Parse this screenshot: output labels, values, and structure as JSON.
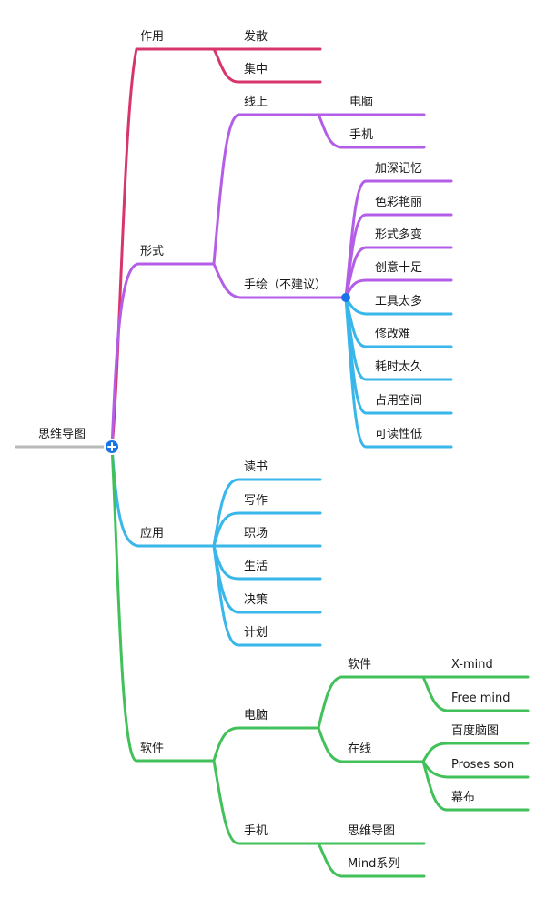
{
  "colors": {
    "root": "#b9b9b9",
    "red": "#d7356b",
    "purple": "#b45ee8",
    "blue": "#39b6ea",
    "green": "#42c15a",
    "joint": "#1a73e8",
    "text": "#1a1a1a"
  },
  "root": {
    "label": "思维导图"
  },
  "branches": [
    {
      "label": "作用",
      "children": [
        {
          "label": "发散"
        },
        {
          "label": "集中"
        }
      ]
    },
    {
      "label": "形式",
      "children": [
        {
          "label": "线上",
          "children": [
            {
              "label": "电脑"
            },
            {
              "label": "手机"
            }
          ]
        },
        {
          "label": "手绘（不建议）",
          "children": [
            {
              "label": "加深记忆"
            },
            {
              "label": "色彩艳丽"
            },
            {
              "label": "形式多变"
            },
            {
              "label": "创意十足"
            },
            {
              "label": "工具太多"
            },
            {
              "label": "修改难"
            },
            {
              "label": "耗时太久"
            },
            {
              "label": "占用空间"
            },
            {
              "label": "可读性低"
            }
          ]
        }
      ]
    },
    {
      "label": "应用",
      "children": [
        {
          "label": "读书"
        },
        {
          "label": "写作"
        },
        {
          "label": "职场"
        },
        {
          "label": "生活"
        },
        {
          "label": "决策"
        },
        {
          "label": "计划"
        }
      ]
    },
    {
      "label": "软件",
      "children": [
        {
          "label": "电脑",
          "children": [
            {
              "label": "软件",
              "children": [
                {
                  "label": "X-mind"
                },
                {
                  "label": "Free mind"
                }
              ]
            },
            {
              "label": "在线",
              "children": [
                {
                  "label": "百度脑图"
                },
                {
                  "label": "Proses son"
                },
                {
                  "label": "幕布"
                }
              ]
            }
          ]
        },
        {
          "label": "手机",
          "children": [
            {
              "label": "思维导图"
            },
            {
              "label": "Mind系列"
            }
          ]
        }
      ]
    }
  ]
}
